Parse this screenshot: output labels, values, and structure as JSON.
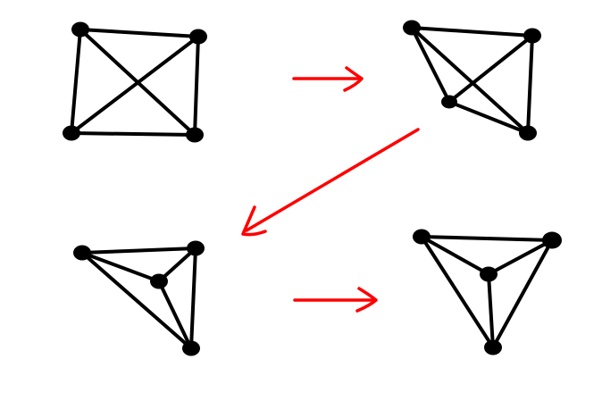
{
  "colors": {
    "ink": "#000000",
    "arrow": "#ff0000",
    "background": "#ffffff"
  },
  "graphs": [
    {
      "vertices": [
        "v1",
        "v2",
        "v3",
        "v4"
      ],
      "edges": [
        [
          "v1",
          "v2"
        ],
        [
          "v1",
          "v3"
        ],
        [
          "v1",
          "v4"
        ],
        [
          "v2",
          "v3"
        ],
        [
          "v2",
          "v4"
        ],
        [
          "v3",
          "v4"
        ]
      ]
    },
    {
      "vertices": [
        "v1",
        "v2",
        "v3",
        "v4"
      ],
      "edges": [
        [
          "v1",
          "v2"
        ],
        [
          "v1",
          "v3"
        ],
        [
          "v1",
          "v4"
        ],
        [
          "v2",
          "v3"
        ],
        [
          "v2",
          "v4"
        ],
        [
          "v3",
          "v4"
        ]
      ]
    },
    {
      "vertices": [
        "v1",
        "v2",
        "v3",
        "v4"
      ],
      "edges": [
        [
          "v1",
          "v2"
        ],
        [
          "v1",
          "v3"
        ],
        [
          "v1",
          "v4"
        ],
        [
          "v2",
          "v3"
        ],
        [
          "v2",
          "v4"
        ],
        [
          "v3",
          "v4"
        ]
      ]
    },
    {
      "vertices": [
        "v1",
        "v2",
        "v3",
        "v4"
      ],
      "edges": [
        [
          "v1",
          "v2"
        ],
        [
          "v1",
          "v3"
        ],
        [
          "v1",
          "v4"
        ],
        [
          "v2",
          "v3"
        ],
        [
          "v2",
          "v4"
        ],
        [
          "v3",
          "v4"
        ]
      ]
    }
  ],
  "arrows": [
    {
      "from": 1,
      "to": 2
    },
    {
      "from": 2,
      "to": 3
    },
    {
      "from": 3,
      "to": 4
    }
  ]
}
